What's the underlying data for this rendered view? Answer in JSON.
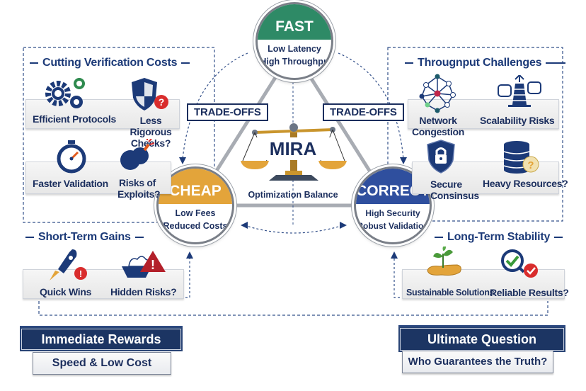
{
  "center": {
    "title": "MIRA",
    "subtitle": "Optimization Balance",
    "scale_icon": "balance-scale-icon"
  },
  "nodes": {
    "fast": {
      "title": "FAST",
      "lines": [
        "Low Latency",
        "High Throughpıt"
      ],
      "color": "#2e8a66"
    },
    "cheap": {
      "title": "CHEAP",
      "lines": [
        "Low Fees",
        "Reduced Costs"
      ],
      "color": "#e3a43a"
    },
    "correct": {
      "title": "CORRECT",
      "lines": [
        "High Security",
        "Robust Validation"
      ],
      "color": "#2f4f9e"
    }
  },
  "tradeoffs": {
    "left": "TRADE-OFFS",
    "right": "TRADE-OFFS"
  },
  "sections": {
    "cutting_costs": {
      "title": "Cutting Verification Costs",
      "items": [
        {
          "label": "Efficient Protocols",
          "icon": "gears-icon"
        },
        {
          "label": "Less Rigorous Checks?",
          "icon": "shield-question-icon"
        },
        {
          "label": "Faster Validation",
          "icon": "stopwatch-icon"
        },
        {
          "label": "Risks of Exploits?",
          "icon": "bomb-icon"
        }
      ]
    },
    "throughput": {
      "title": "Througnput Challenges",
      "items": [
        {
          "label": "Network Congestion",
          "icon": "network-icon"
        },
        {
          "label": "Scalability Risks",
          "icon": "scalability-icon"
        },
        {
          "label": "Secure Consinsus",
          "icon": "shield-lock-icon"
        },
        {
          "label": "Heavy Resources?",
          "icon": "database-icon"
        }
      ]
    },
    "short_term": {
      "title": "Short-Term Gains",
      "items": [
        {
          "label": "Quick Wins",
          "icon": "rocket-icon"
        },
        {
          "label": "Hidden Risks?",
          "icon": "warning-icon"
        }
      ]
    },
    "long_term": {
      "title": "Long-Term Stability",
      "items": [
        {
          "label": "Sustainable Solutions",
          "icon": "sprout-icon"
        },
        {
          "label": "Reliable Results?",
          "icon": "magnifier-check-icon"
        }
      ]
    }
  },
  "banners": {
    "left": {
      "title": "Immediate Rewards",
      "subtitle": "Speed & Low Cost"
    },
    "right": {
      "title": "Ultimate Question",
      "subtitle": "Who Guarantees the Truth?"
    }
  },
  "colors": {
    "navy": "#1c2f5e",
    "green": "#2e8a66",
    "gold": "#e3a43a",
    "blue": "#2f4f9e",
    "red": "#d92d2d"
  }
}
